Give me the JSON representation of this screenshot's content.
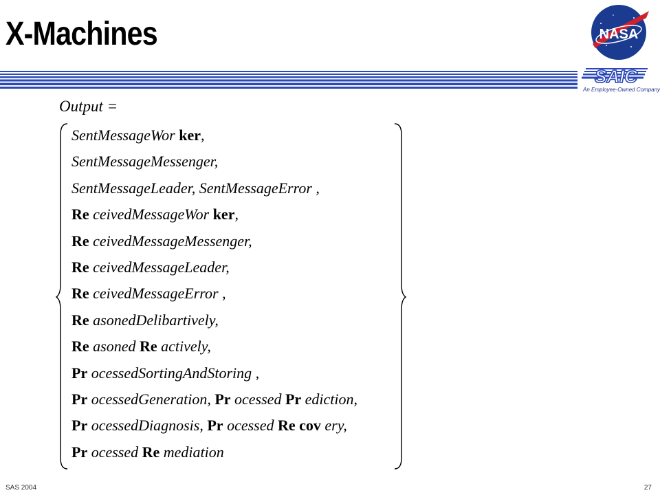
{
  "slide": {
    "title": "X-Machines",
    "footer_left": "SAS 2004",
    "page_number": "27"
  },
  "logos": {
    "nasa_text": "NASA",
    "saic_text": "SAIC",
    "saic_tagline": "An Employee-Owned Company",
    "nasa_blue": "#1a3b8f",
    "nasa_red": "#d0202e",
    "stripe_blue": "#2a48b8"
  },
  "equation": {
    "label": "Output =",
    "lines": [
      [
        {
          "t": "SentMessageWor",
          "s": "it"
        },
        {
          "t": " ker",
          "s": "b"
        },
        {
          "t": ",",
          "s": "it"
        }
      ],
      [
        {
          "t": "SentMessageMessenger,",
          "s": "it"
        }
      ],
      [
        {
          "t": "SentMessageLeader, SentMessageError ,",
          "s": "it"
        }
      ],
      [
        {
          "t": "Re",
          "s": "b"
        },
        {
          "t": " ceivedMessageWor",
          "s": "it"
        },
        {
          "t": " ker",
          "s": "b"
        },
        {
          "t": ",",
          "s": "it"
        }
      ],
      [
        {
          "t": "Re",
          "s": "b"
        },
        {
          "t": " ceivedMessageMessenger,",
          "s": "it"
        }
      ],
      [
        {
          "t": "Re",
          "s": "b"
        },
        {
          "t": " ceivedMessageLeader,",
          "s": "it"
        }
      ],
      [
        {
          "t": "Re",
          "s": "b"
        },
        {
          "t": " ceivedMessageError ,",
          "s": "it"
        }
      ],
      [
        {
          "t": "Re",
          "s": "b"
        },
        {
          "t": " asonedDelibartively,",
          "s": "it"
        }
      ],
      [
        {
          "t": "Re",
          "s": "b"
        },
        {
          "t": " asoned ",
          "s": "it"
        },
        {
          "t": "Re",
          "s": "b"
        },
        {
          "t": " actively,",
          "s": "it"
        }
      ],
      [
        {
          "t": "Pr",
          "s": "b"
        },
        {
          "t": " ocessedSortingAndStoring ,",
          "s": "it"
        }
      ],
      [
        {
          "t": "Pr",
          "s": "b"
        },
        {
          "t": " ocessedGeneration, ",
          "s": "it"
        },
        {
          "t": "Pr",
          "s": "b"
        },
        {
          "t": " ocessed ",
          "s": "it"
        },
        {
          "t": "Pr",
          "s": "b"
        },
        {
          "t": " ediction,",
          "s": "it"
        }
      ],
      [
        {
          "t": "Pr",
          "s": "b"
        },
        {
          "t": " ocessedDiagnosis, ",
          "s": "it"
        },
        {
          "t": "Pr",
          "s": "b"
        },
        {
          "t": " ocessed ",
          "s": "it"
        },
        {
          "t": "Re",
          "s": "b"
        },
        {
          "t": " cov",
          "s": "b"
        },
        {
          "t": " ery,",
          "s": "it"
        }
      ],
      [
        {
          "t": "Pr",
          "s": "b"
        },
        {
          "t": " ocessed ",
          "s": "it"
        },
        {
          "t": "Re",
          "s": "b"
        },
        {
          "t": " mediation",
          "s": "it"
        }
      ]
    ]
  }
}
